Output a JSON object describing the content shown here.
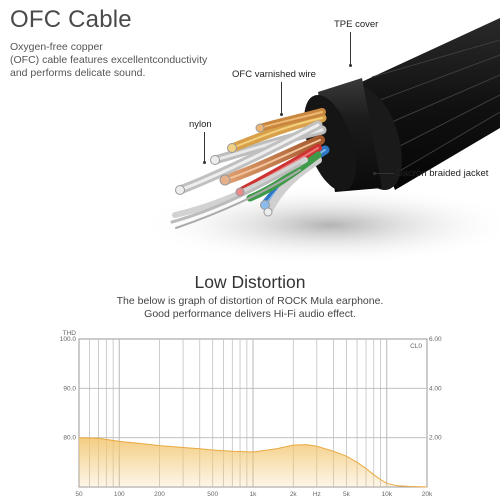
{
  "cable": {
    "title": "OFC Cable",
    "description": [
      "Oxygen-free copper",
      "(OFC) cable features excellentconductivity",
      "and performs delicate sound."
    ],
    "callouts": {
      "tpe_cover": "TPE cover",
      "ofc_varnished_wire": "OFC varnished wire",
      "nylon": "nylon",
      "dacron": "Dacron braided jacket"
    }
  },
  "distortion": {
    "title": "Low Distortion",
    "description": [
      "The below is graph of distortion of ROCK Mula earphone.",
      "Good performance delivers Hi-Fi audio effect."
    ]
  },
  "chart_data": {
    "type": "area",
    "ylabel": "THD",
    "right_annotation": "CL0",
    "x_tick_labels": [
      "50",
      "100",
      "200",
      "500",
      "1k",
      "2k",
      "Hz",
      "5k",
      "10k",
      "20k"
    ],
    "x_tick_values": [
      50,
      100,
      200,
      500,
      1000,
      2000,
      3000,
      5000,
      10000,
      20000
    ],
    "x_scale": "log",
    "xlim": [
      50,
      20000
    ],
    "y_left_ticks": [
      "100.0",
      "90.0",
      "80.0"
    ],
    "y_right_ticks": [
      "6.00",
      "4.00",
      "2.00"
    ],
    "ylim_right": [
      0,
      6
    ],
    "series": [
      {
        "color": "#f2c46b",
        "x": [
          50,
          70,
          100,
          150,
          200,
          300,
          400,
          500,
          700,
          1000,
          1500,
          2000,
          2500,
          3000,
          4000,
          5000,
          6000,
          7000,
          8000,
          9000,
          10000,
          12000,
          15000,
          20000
        ],
        "values": [
          2.0,
          1.98,
          1.85,
          1.75,
          1.68,
          1.6,
          1.55,
          1.5,
          1.45,
          1.42,
          1.55,
          1.7,
          1.72,
          1.65,
          1.45,
          1.25,
          1.0,
          0.75,
          0.5,
          0.3,
          0.15,
          0.05,
          0.02,
          0.0
        ]
      }
    ],
    "grid": true
  }
}
